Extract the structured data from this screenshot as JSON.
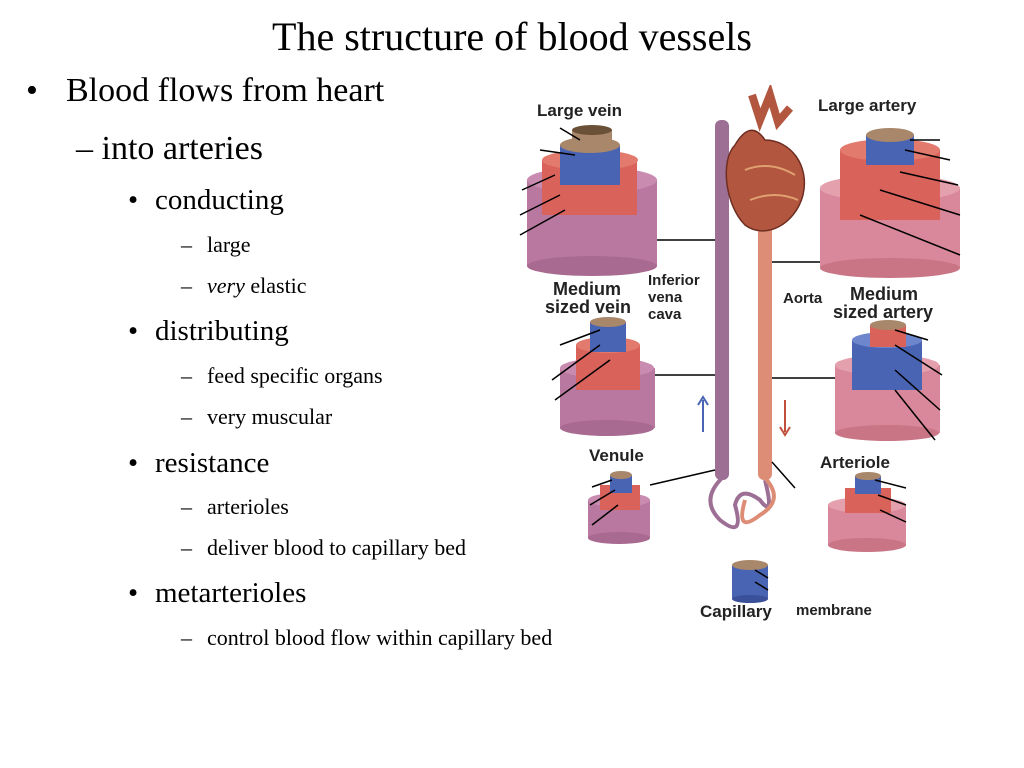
{
  "slide": {
    "title": "The structure of blood vessels",
    "bullets": {
      "b1": "Blood flows from heart",
      "b1_sub": "into arteries",
      "conducting": "conducting",
      "large": "large",
      "very": "very",
      "elastic": "elastic",
      "distributing": "distributing",
      "feed_organs": "feed specific organs",
      "very_muscular": "very muscular",
      "resistance": "resistance",
      "arterioles": "arterioles",
      "deliver_blood": "deliver blood to  capillary bed",
      "metarterioles": "metarterioles",
      "control_flow": "control blood flow within capillary bed"
    }
  },
  "figure": {
    "labels": {
      "large_vein": "Large vein",
      "large_artery": "Large artery",
      "medium_vein_1": "Medium",
      "medium_vein_2": "sized vein",
      "ivc_1": "Inferior",
      "ivc_2": "vena",
      "ivc_3": "cava",
      "aorta": "Aorta",
      "medium_artery_1": "Medium",
      "medium_artery_2": "sized artery",
      "venule": "Venule",
      "arteriole": "Arteriole",
      "capillary": "Capillary",
      "membrane": "membrane"
    },
    "colors": {
      "outer_layer": "#b9789f",
      "muscle_layer": "#d9635a",
      "inner_layer": "#4a64b4",
      "lumen_rim": "#a9876a",
      "vein_vessel": "#9d6f95",
      "artery_vessel": "#dd8c76",
      "heart": "#b2563f"
    }
  }
}
